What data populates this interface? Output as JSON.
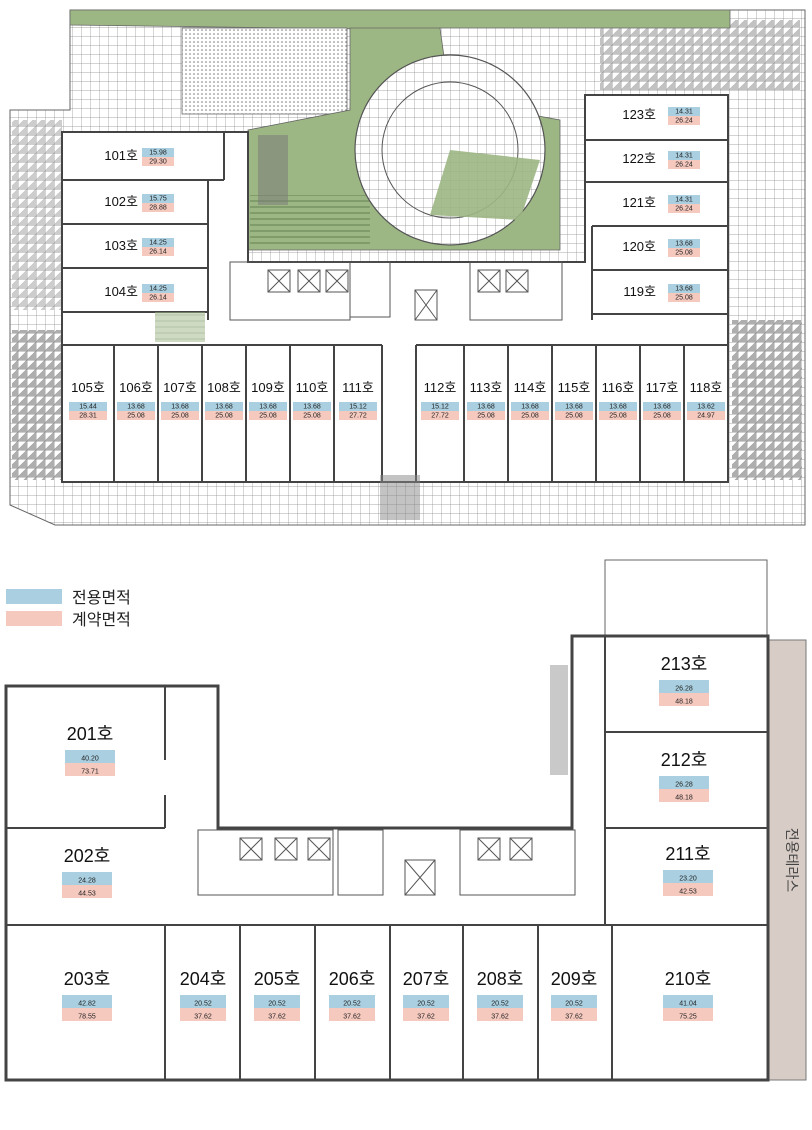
{
  "colors": {
    "exclusive": "#a9cfe0",
    "contract": "#f6c9bf",
    "landscape": "#9cb684",
    "terrace": "#d8cdc6",
    "wall": "#555555"
  },
  "legend": {
    "exclusive_label": "전용면적",
    "contract_label": "계약면적"
  },
  "terrace_label": "전용테라스",
  "floor1_units": [
    {
      "name": "101호",
      "exclusive": "15.98",
      "contract": "29.30"
    },
    {
      "name": "102호",
      "exclusive": "15.75",
      "contract": "28.88"
    },
    {
      "name": "103호",
      "exclusive": "14.25",
      "contract": "26.14"
    },
    {
      "name": "104호",
      "exclusive": "14.25",
      "contract": "26.14"
    },
    {
      "name": "105호",
      "exclusive": "15.44",
      "contract": "28.31"
    },
    {
      "name": "106호",
      "exclusive": "13.68",
      "contract": "25.08"
    },
    {
      "name": "107호",
      "exclusive": "13.68",
      "contract": "25.08"
    },
    {
      "name": "108호",
      "exclusive": "13.68",
      "contract": "25.08"
    },
    {
      "name": "109호",
      "exclusive": "13.68",
      "contract": "25.08"
    },
    {
      "name": "110호",
      "exclusive": "13.68",
      "contract": "25.08"
    },
    {
      "name": "111호",
      "exclusive": "15.12",
      "contract": "27.72"
    },
    {
      "name": "112호",
      "exclusive": "15.12",
      "contract": "27.72"
    },
    {
      "name": "113호",
      "exclusive": "13.68",
      "contract": "25.08"
    },
    {
      "name": "114호",
      "exclusive": "13.68",
      "contract": "25.08"
    },
    {
      "name": "115호",
      "exclusive": "13.68",
      "contract": "25.08"
    },
    {
      "name": "116호",
      "exclusive": "13.68",
      "contract": "25.08"
    },
    {
      "name": "117호",
      "exclusive": "13.68",
      "contract": "25.08"
    },
    {
      "name": "118호",
      "exclusive": "13.62",
      "contract": "24.97"
    },
    {
      "name": "119호",
      "exclusive": "13.68",
      "contract": "25.08"
    },
    {
      "name": "120호",
      "exclusive": "13.68",
      "contract": "25.08"
    },
    {
      "name": "121호",
      "exclusive": "14.31",
      "contract": "26.24"
    },
    {
      "name": "122호",
      "exclusive": "14.31",
      "contract": "26.24"
    },
    {
      "name": "123호",
      "exclusive": "14.31",
      "contract": "26.24"
    }
  ],
  "floor2_units": [
    {
      "name": "201호",
      "exclusive": "40.20",
      "contract": "73.71"
    },
    {
      "name": "202호",
      "exclusive": "24.28",
      "contract": "44.53"
    },
    {
      "name": "203호",
      "exclusive": "42.82",
      "contract": "78.55"
    },
    {
      "name": "204호",
      "exclusive": "20.52",
      "contract": "37.62"
    },
    {
      "name": "205호",
      "exclusive": "20.52",
      "contract": "37.62"
    },
    {
      "name": "206호",
      "exclusive": "20.52",
      "contract": "37.62"
    },
    {
      "name": "207호",
      "exclusive": "20.52",
      "contract": "37.62"
    },
    {
      "name": "208호",
      "exclusive": "20.52",
      "contract": "37.62"
    },
    {
      "name": "209호",
      "exclusive": "20.52",
      "contract": "37.62"
    },
    {
      "name": "210호",
      "exclusive": "41.04",
      "contract": "75.25"
    },
    {
      "name": "211호",
      "exclusive": "23.20",
      "contract": "42.53"
    },
    {
      "name": "212호",
      "exclusive": "26.28",
      "contract": "48.18"
    },
    {
      "name": "213호",
      "exclusive": "26.28",
      "contract": "48.18"
    }
  ]
}
